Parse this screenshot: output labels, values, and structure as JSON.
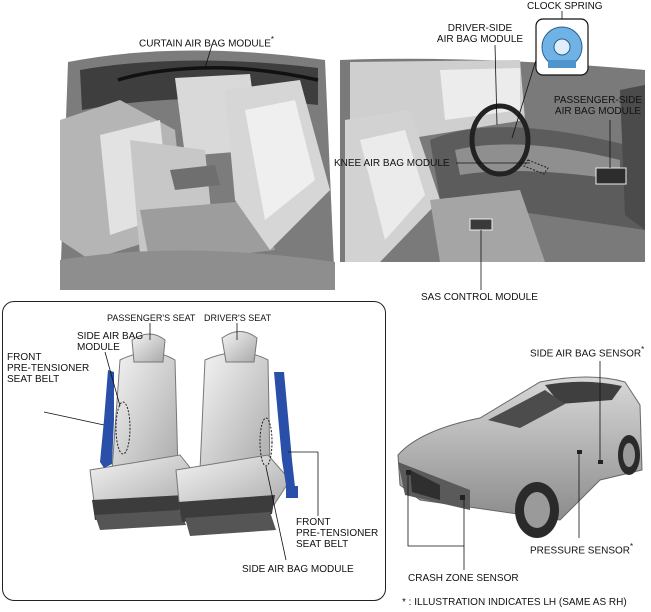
{
  "labels": {
    "curtain": "CURTAIN AIR BAG MODULE",
    "curtain_mark": "*",
    "clock_spring": "CLOCK SPRING",
    "driver_side_1": "DRIVER-SIDE",
    "driver_side_2": "AIR BAG MODULE",
    "passenger_side_1": "PASSENGER-SIDE",
    "passenger_side_2": "AIR BAG MODULE",
    "knee": "KNEE AIR BAG MODULE",
    "sas": "SAS CONTROL MODULE",
    "passengers_seat": "PASSENGER'S SEAT",
    "drivers_seat": "DRIVER'S SEAT",
    "side_bag_left_1": "SIDE AIR BAG",
    "side_bag_left_2": "MODULE",
    "front_pt_left_1": "FRONT",
    "front_pt_left_2": "PRE-TENSIONER",
    "front_pt_left_3": "SEAT BELT",
    "front_pt_right_1": "FRONT",
    "front_pt_right_2": "PRE-TENSIONER",
    "front_pt_right_3": "SEAT BELT",
    "side_bag_bottom": "SIDE AIR BAG MODULE",
    "side_sensor": "SIDE AIR BAG SENSOR",
    "side_sensor_mark": "*",
    "pressure": "PRESSURE SENSOR",
    "pressure_mark": "*",
    "crash_zone": "CRASH ZONE SENSOR",
    "footnote": "* : ILLUSTRATION INDICATES LH (SAME AS RH)"
  },
  "colors": {
    "belt_blue": "#2a4fa8",
    "clock_blue": "#6fb3e6"
  }
}
